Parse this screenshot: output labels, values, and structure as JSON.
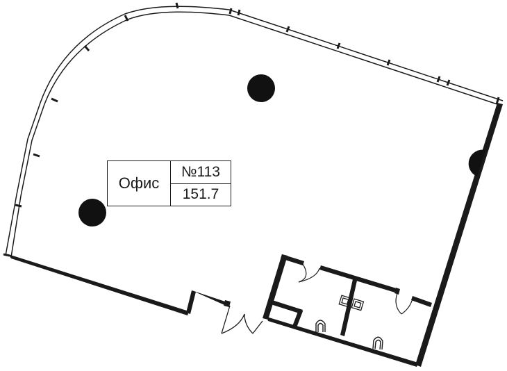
{
  "room": {
    "name": "Офис",
    "number": "№113",
    "area": "151.7"
  },
  "colors": {
    "wall": "#1a1a1a",
    "background": "#ffffff",
    "column": "#111111"
  }
}
